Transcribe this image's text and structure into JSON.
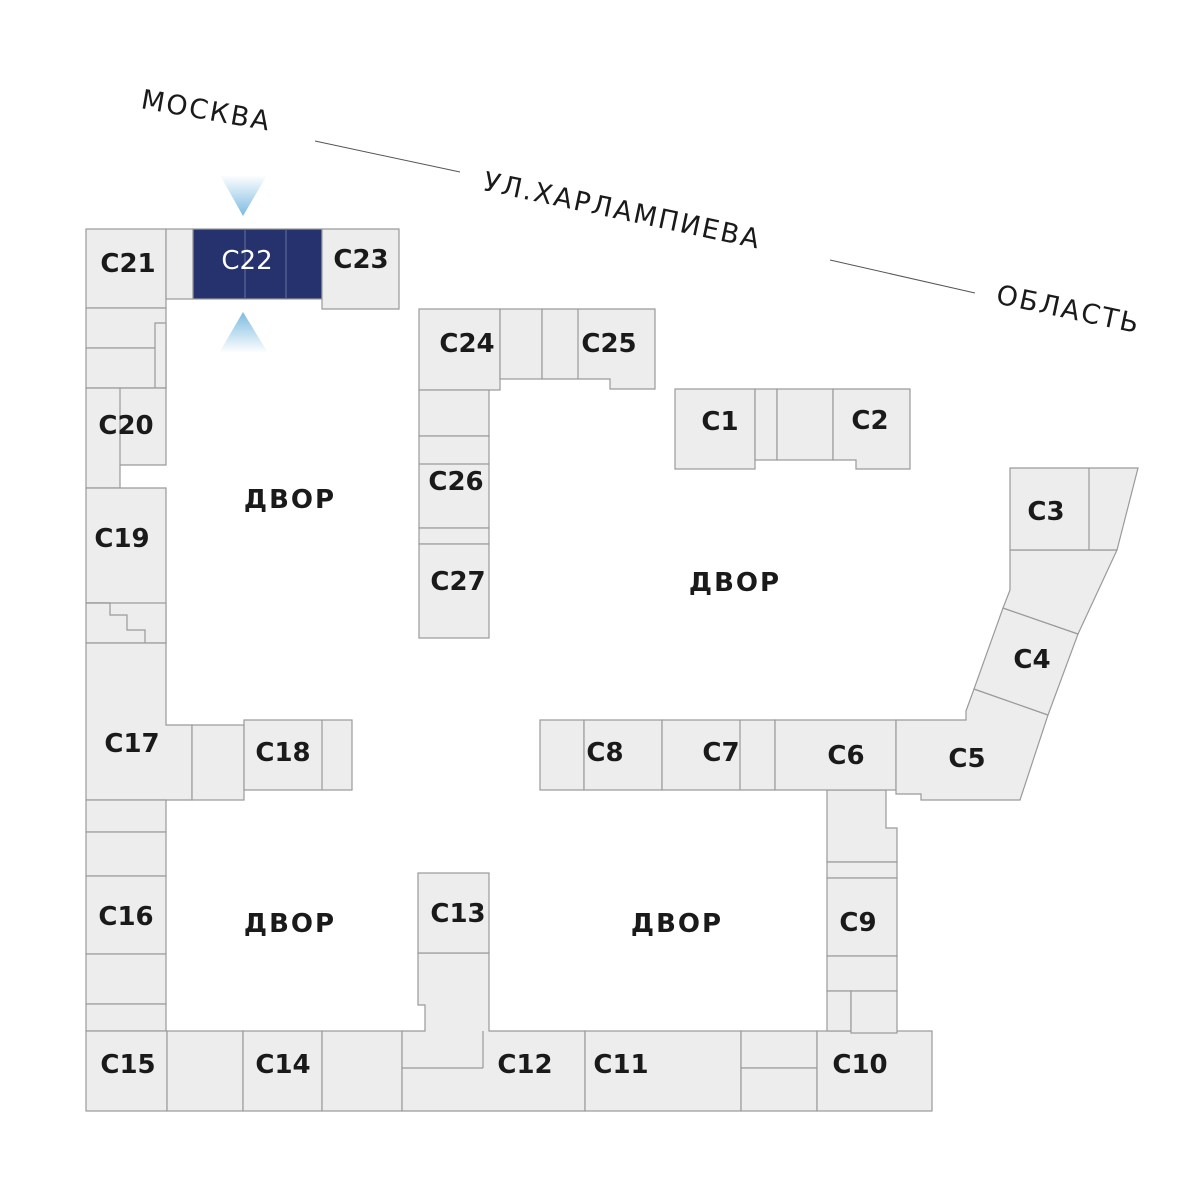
{
  "map": {
    "selected_unit": "C22",
    "colors": {
      "unit_fill": "#ededed",
      "unit_stroke": "#9a9a9a",
      "selected_fill": "#25326e",
      "marker": "#8ec6e6"
    }
  },
  "street": {
    "moscow": "МОСКВА",
    "street_name": "УЛ.ХАРЛАМПИЕВА",
    "region": "ОБЛАСТЬ"
  },
  "courtyards": [
    "ДВОР",
    "ДВОР",
    "ДВОР",
    "ДВОР"
  ],
  "units": {
    "c1": "C1",
    "c2": "C2",
    "c3": "C3",
    "c4": "C4",
    "c5": "C5",
    "c6": "C6",
    "c7": "C7",
    "c8": "C8",
    "c9": "C9",
    "c10": "C10",
    "c11": "C11",
    "c12": "C12",
    "c13": "C13",
    "c14": "C14",
    "c15": "C15",
    "c16": "C16",
    "c17": "C17",
    "c18": "C18",
    "c19": "C19",
    "c20": "C20",
    "c21": "C21",
    "c22": "C22",
    "c23": "C23",
    "c24": "C24",
    "c25": "C25",
    "c26": "C26",
    "c27": "C27"
  },
  "icons": {
    "entrance_top": "triangle-down-icon",
    "entrance_bottom": "triangle-up-icon"
  }
}
